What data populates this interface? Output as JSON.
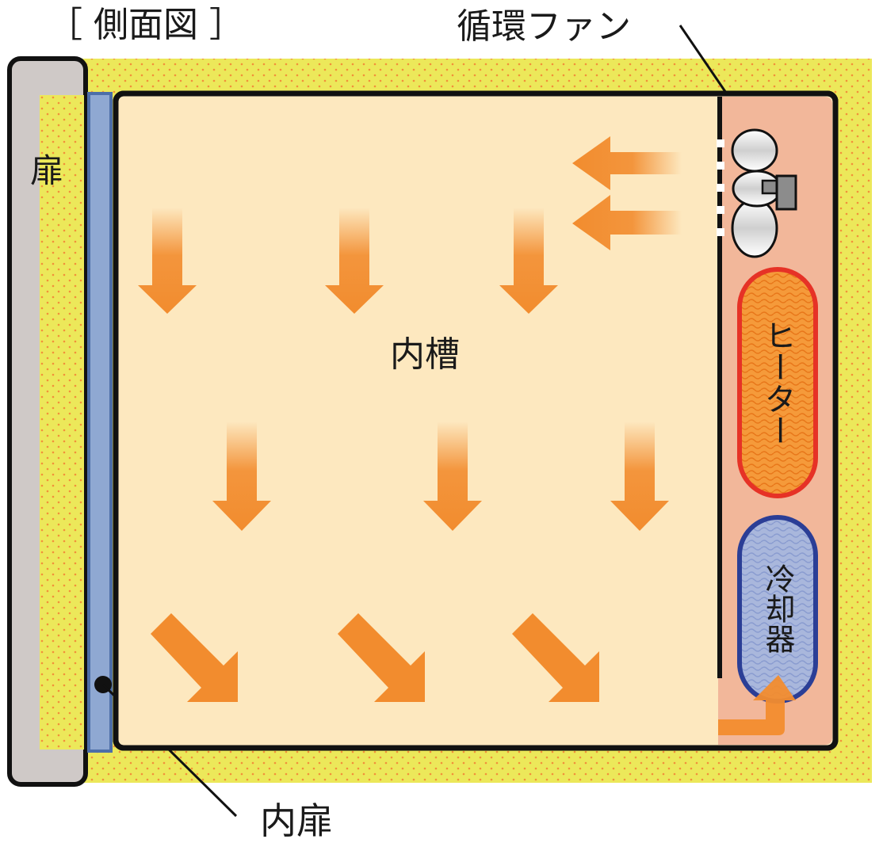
{
  "title": "［ 側面図 ］",
  "labels": {
    "door": "扉",
    "chamber": "内槽",
    "fan": "循環ファン",
    "inner_door": "内扉",
    "heater": "ヒーター",
    "cooler": "冷却器"
  },
  "colors": {
    "insulation": "#ece85a",
    "insulation_dots": "#f2903a",
    "door": "#cfc9c7",
    "inner_door": "#8fa8d2",
    "inner_door_edge": "#4d6ea8",
    "chamber": "#fde8bf",
    "duct": "#f2b79a",
    "arrow": "#f28c2e",
    "heater_fill": "#f59a3a",
    "heater_edge": "#e63226",
    "cooler_fill": "#a9b7dc",
    "cooler_edge": "#2b3e96",
    "outline": "#111111"
  },
  "icons": [
    "fan-icon",
    "arrow-down-icon",
    "arrow-left-icon",
    "arrow-diagonal-icon"
  ]
}
